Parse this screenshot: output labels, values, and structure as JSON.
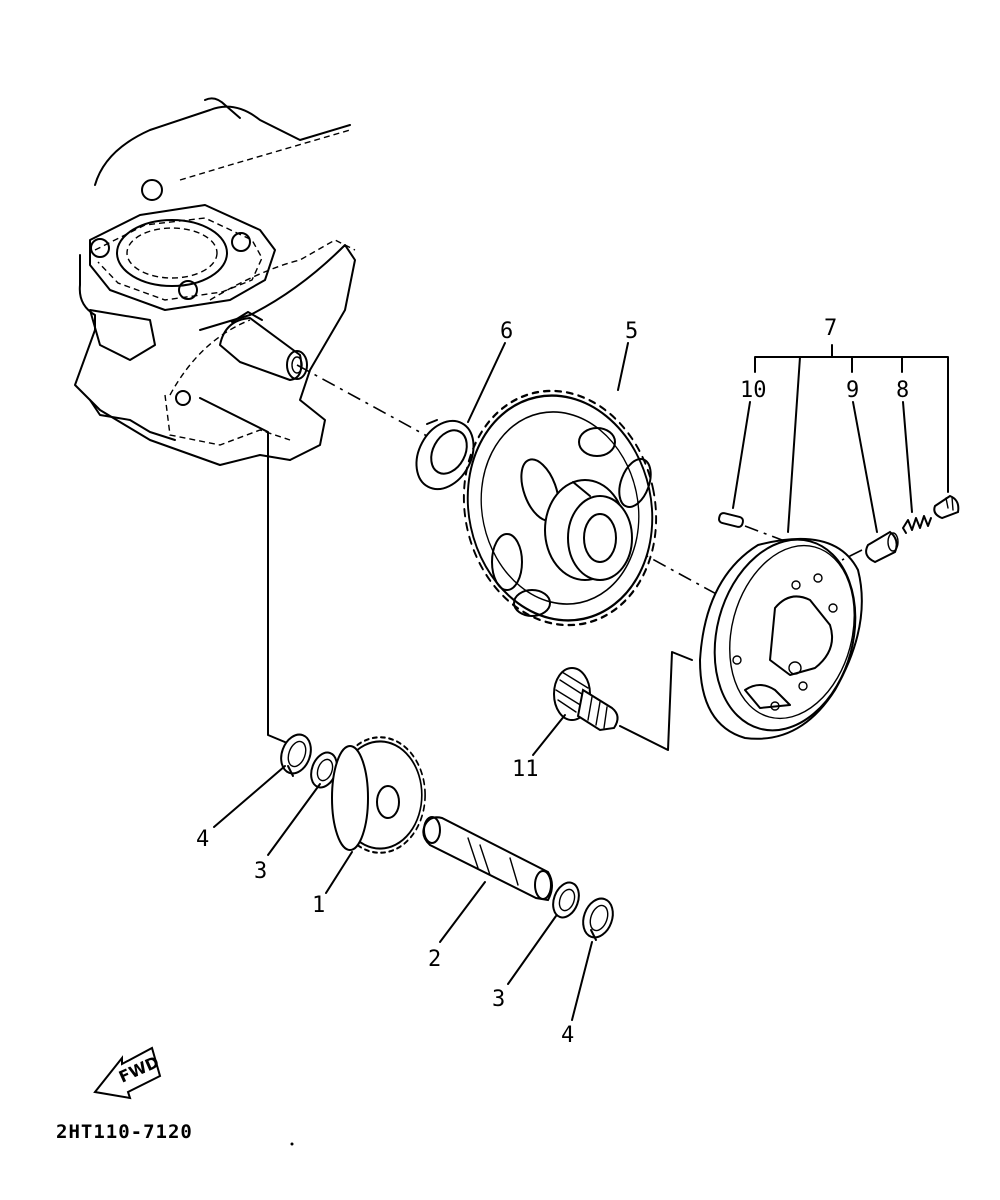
{
  "parts": {
    "p1": "1",
    "p2": "2",
    "p3a": "3",
    "p3b": "3",
    "p4a": "4",
    "p4b": "4",
    "p5": "5",
    "p6": "6",
    "p7": "7",
    "p8": "8",
    "p9": "9",
    "p10": "10",
    "p11": "11"
  },
  "direction_badge": "FWD",
  "diagram_code": "2HT110-7120"
}
